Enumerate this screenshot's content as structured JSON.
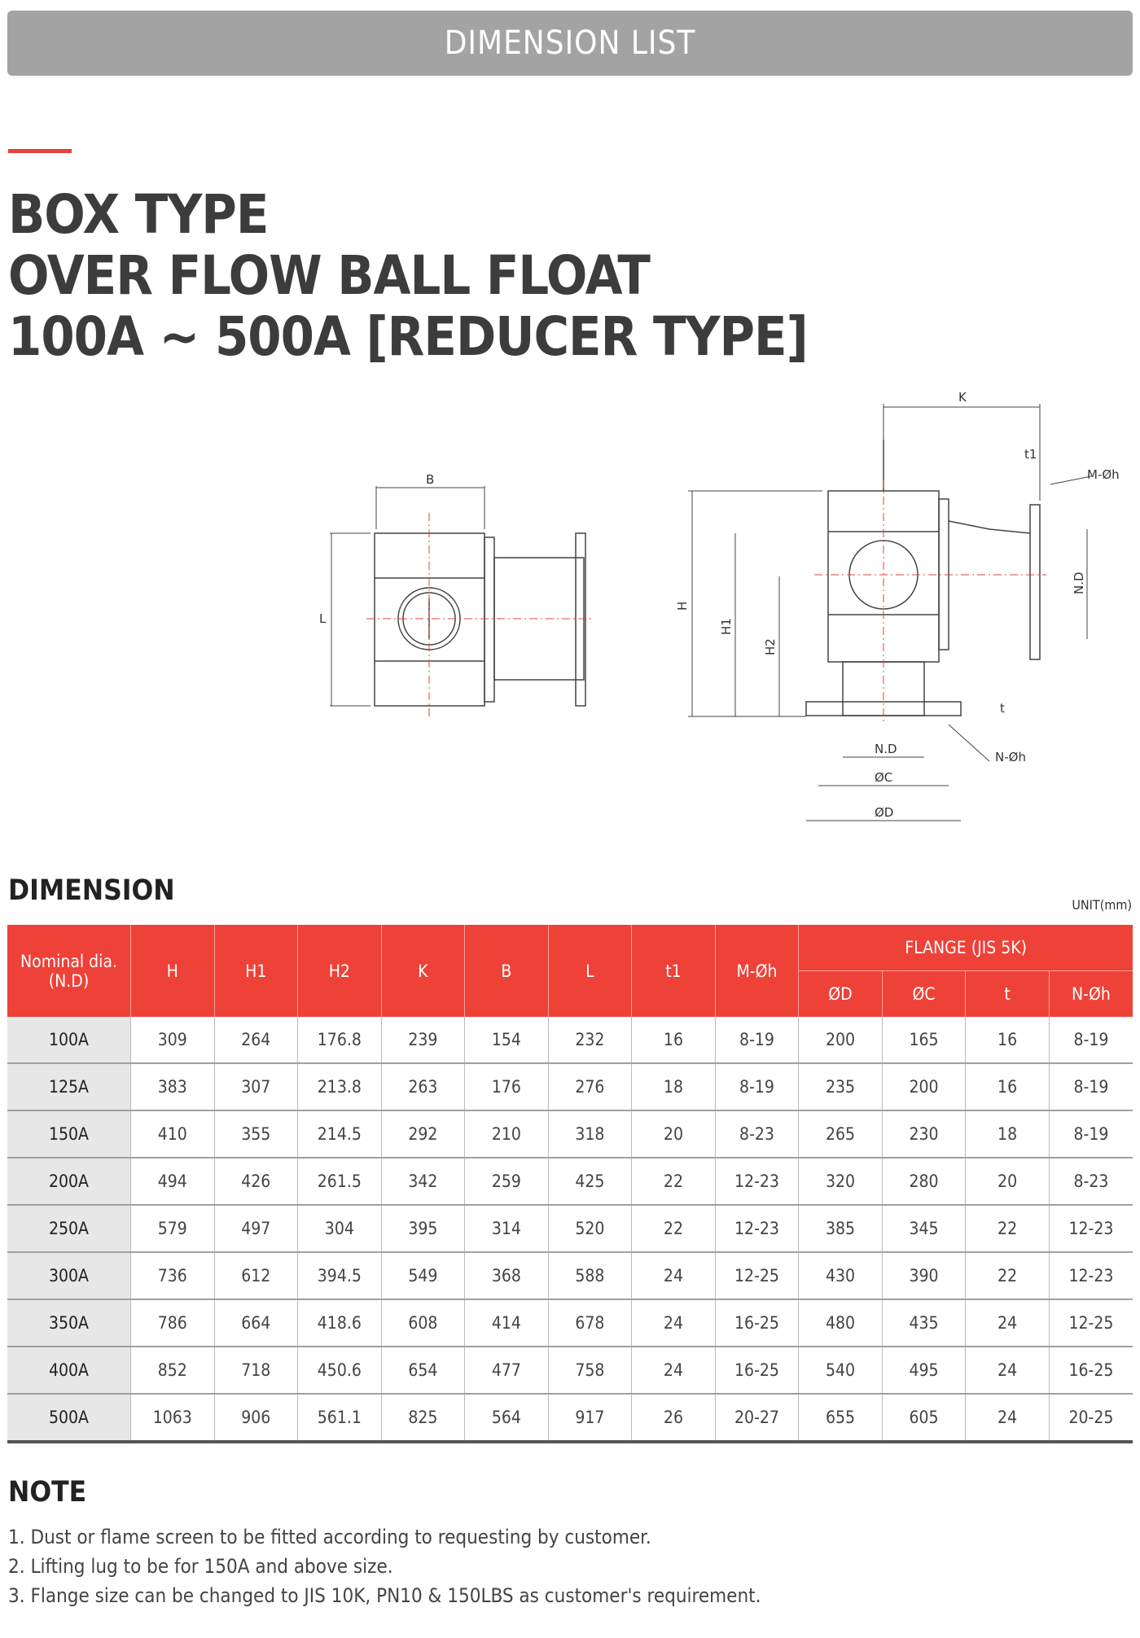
{
  "banner": "DIMENSION LIST",
  "title": [
    "BOX TYPE",
    "OVER FLOW BALL FLOAT",
    "100A ~ 500A [REDUCER TYPE]"
  ],
  "diagram_labels": {
    "B": "B",
    "L": "L",
    "K": "K",
    "t1": "t1",
    "Mh": "M-Øh",
    "ND": "N.D",
    "H": "H",
    "H1": "H1",
    "H2": "H2",
    "t": "t",
    "Nh": "N-Øh",
    "ND2": "N.D",
    "C": "ØC",
    "D": "ØD"
  },
  "dimension_heading": "DIMENSION",
  "unit": "UNIT(mm)",
  "table": {
    "nominal_header": "Nominal dia. (N.D)",
    "columns": [
      "H",
      "H1",
      "H2",
      "K",
      "B",
      "L",
      "t1",
      "M-Øh"
    ],
    "flange_header": "FLANGE (JIS 5K)",
    "flange_columns": [
      "ØD",
      "ØC",
      "t",
      "N-Øh"
    ],
    "rows": [
      [
        "100A",
        "309",
        "264",
        "176.8",
        "239",
        "154",
        "232",
        "16",
        "8-19",
        "200",
        "165",
        "16",
        "8-19"
      ],
      [
        "125A",
        "383",
        "307",
        "213.8",
        "263",
        "176",
        "276",
        "18",
        "8-19",
        "235",
        "200",
        "16",
        "8-19"
      ],
      [
        "150A",
        "410",
        "355",
        "214.5",
        "292",
        "210",
        "318",
        "20",
        "8-23",
        "265",
        "230",
        "18",
        "8-19"
      ],
      [
        "200A",
        "494",
        "426",
        "261.5",
        "342",
        "259",
        "425",
        "22",
        "12-23",
        "320",
        "280",
        "20",
        "8-23"
      ],
      [
        "250A",
        "579",
        "497",
        "304",
        "395",
        "314",
        "520",
        "22",
        "12-23",
        "385",
        "345",
        "22",
        "12-23"
      ],
      [
        "300A",
        "736",
        "612",
        "394.5",
        "549",
        "368",
        "588",
        "24",
        "12-25",
        "430",
        "390",
        "22",
        "12-23"
      ],
      [
        "350A",
        "786",
        "664",
        "418.6",
        "608",
        "414",
        "678",
        "24",
        "16-25",
        "480",
        "435",
        "24",
        "12-25"
      ],
      [
        "400A",
        "852",
        "718",
        "450.6",
        "654",
        "477",
        "758",
        "24",
        "16-25",
        "540",
        "495",
        "24",
        "16-25"
      ],
      [
        "500A",
        "1063",
        "906",
        "561.1",
        "825",
        "564",
        "917",
        "26",
        "20-27",
        "655",
        "605",
        "24",
        "20-25"
      ]
    ]
  },
  "note_heading": "NOTE",
  "notes": [
    "1. Dust or flame screen to be fitted according to requesting by customer.",
    "2. Lifting lug to be for 150A and above size.",
    "3. Flange size can be changed to JIS 10K, PN10 & 150LBS as customer's requirement."
  ]
}
